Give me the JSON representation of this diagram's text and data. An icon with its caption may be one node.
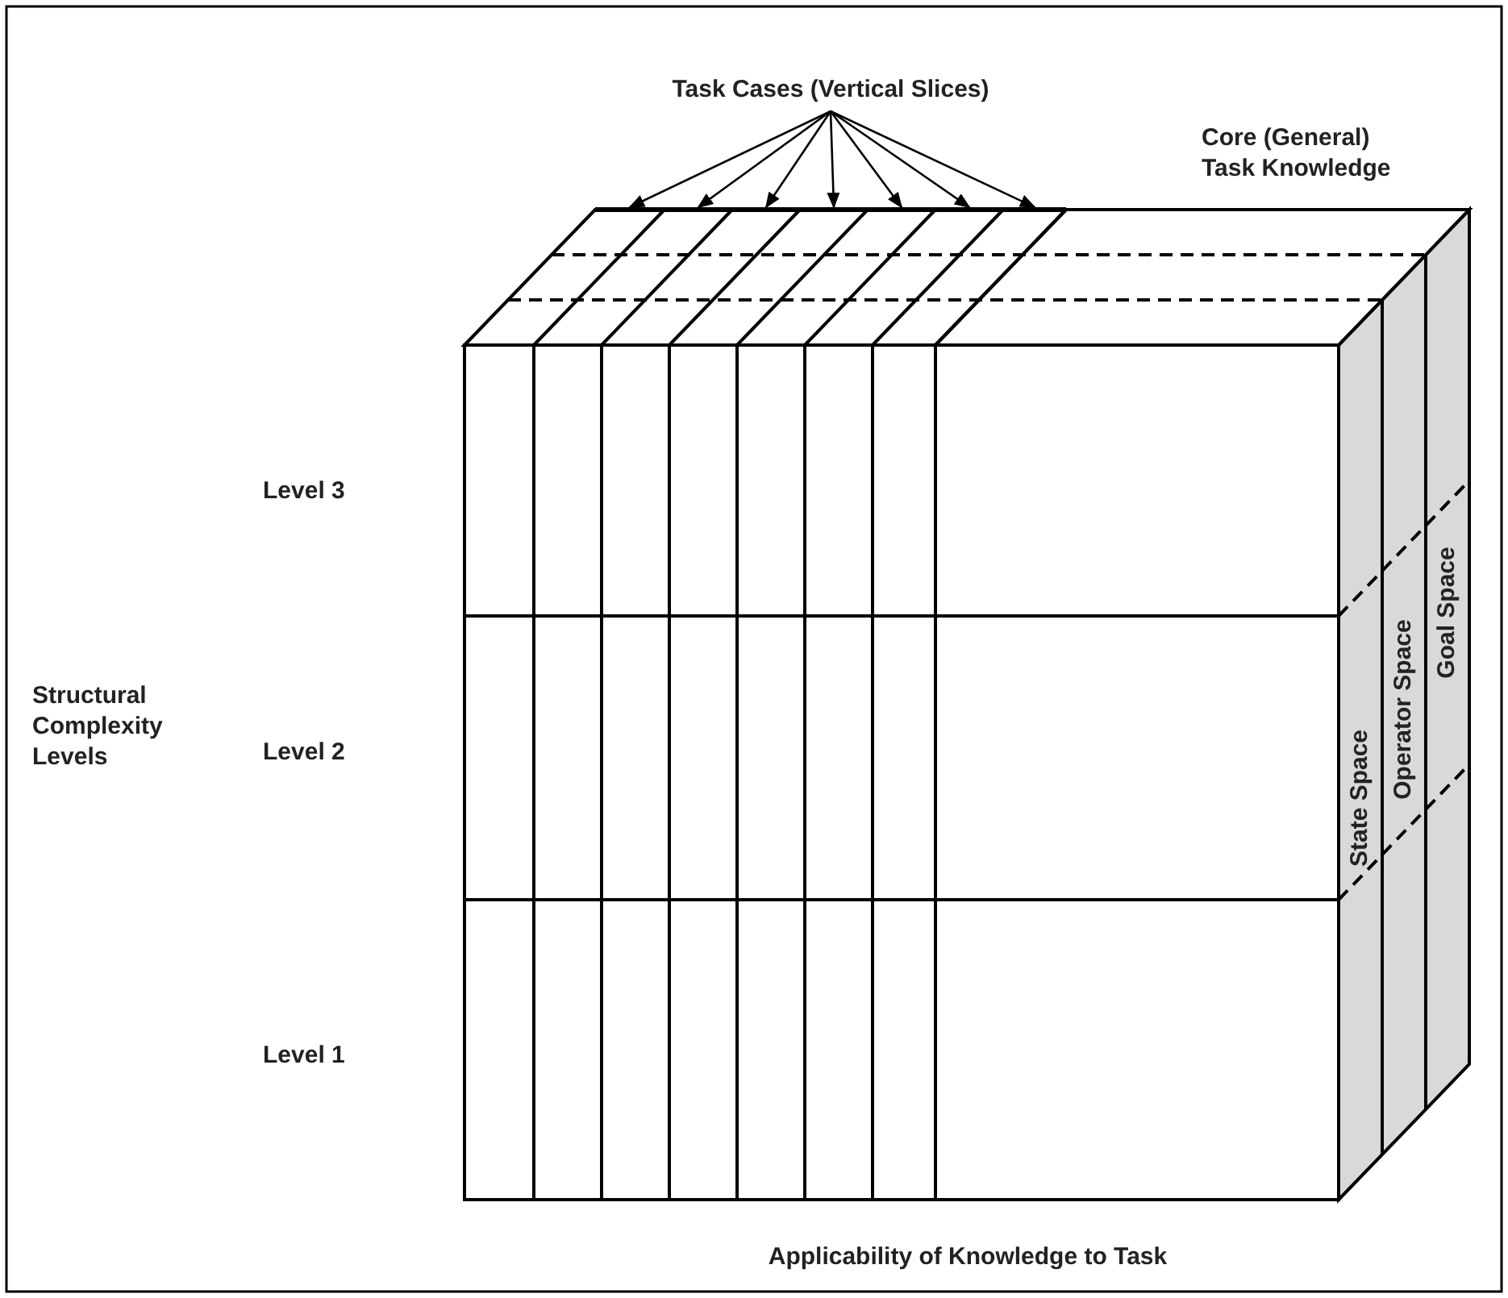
{
  "diagram": {
    "nodes": [
      {
        "text": [
          "Task Cases (Vertical Slices)"
        ]
      },
      {
        "text": [],
        "shape": "box"
      },
      {
        "text": [],
        "shape": "box"
      },
      {
        "text": [],
        "shape": "box"
      },
      {
        "text": [],
        "shape": "box"
      },
      {
        "text": [],
        "shape": "box"
      },
      {
        "text": [],
        "shape": "box"
      },
      {
        "text": [],
        "shape": "box"
      }
    ],
    "edges": [
      {
        "from": 0,
        "to": 1,
        "arrow": "to"
      },
      {
        "from": 0,
        "to": 2,
        "arrow": "to"
      },
      {
        "from": 0,
        "to": 3,
        "arrow": "to"
      },
      {
        "from": 0,
        "to": 4,
        "arrow": "to"
      },
      {
        "from": 0,
        "to": 5,
        "arrow": "to"
      },
      {
        "from": 0,
        "to": 6,
        "arrow": "to"
      },
      {
        "from": 0,
        "to": 7,
        "arrow": "to"
      }
    ],
    "labels": [
      "Core (General) Task Knowledge",
      "Level 3",
      "Structural Complexity Levels",
      "Level 2",
      "State Space",
      "Operator Space",
      "Goal Space",
      "Level 1",
      "Applicability of Knowledge to Task"
    ]
  }
}
